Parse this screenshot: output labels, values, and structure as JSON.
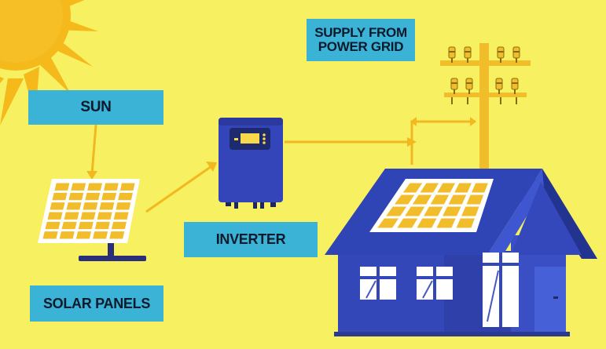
{
  "labels": {
    "sun": "SUN",
    "grid_line1": "SUPPLY FROM",
    "grid_line2": "POWER GRID",
    "inverter": "INVERTER",
    "solar_panels": "SOLAR PANELS"
  },
  "colors": {
    "background": "#f7f060",
    "label_box": "#3ab3d6",
    "sun": "#f5b91c",
    "arrow": "#f2b820",
    "house_blue": "#3447b8",
    "panel_cell": "#f2bd2a"
  },
  "icons": [
    "sun-icon",
    "solar-panel-icon",
    "inverter-icon",
    "utility-pole-icon",
    "house-icon"
  ]
}
